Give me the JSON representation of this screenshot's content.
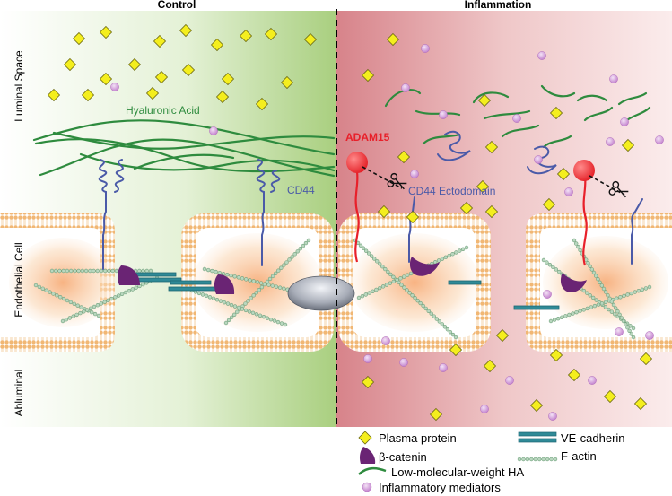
{
  "panels": {
    "left_title": "Control",
    "right_title": "Inflammation"
  },
  "side_labels": {
    "luminal": "Luminal Space",
    "endothelial": "Endothelial Cell",
    "abluminal": "Abluminal"
  },
  "annotations": {
    "hyaluronic_acid": "Hyaluronic Acid",
    "cd44": "CD44",
    "adam15": "ADAM15",
    "cd44_ectodomain": "CD44 Ectodomain"
  },
  "legend": {
    "plasma_protein": "Plasma protein",
    "ve_cadherin": "VE-cadherin",
    "beta_catenin": "β-catenin",
    "f_actin": "F-actin",
    "lmw_ha": "Low-molecular-weight HA",
    "inflammatory_mediators": "Inflammatory mediators"
  },
  "colors": {
    "control_bg": "#a9cf7f",
    "inflammation_bg": "#d7838a",
    "ha_green": "#2e8b3e",
    "cd44_blue": "#4a5aa8",
    "adam15_red": "#e8202a",
    "plasma_yellow": "#f4ee1e",
    "mediator_purple": "#c98ad0",
    "catenin_purple": "#6a2474",
    "cadherin_teal": "#2d7d8a",
    "actin_green": "#7fae8a",
    "membrane_orange": "#f1c186"
  }
}
